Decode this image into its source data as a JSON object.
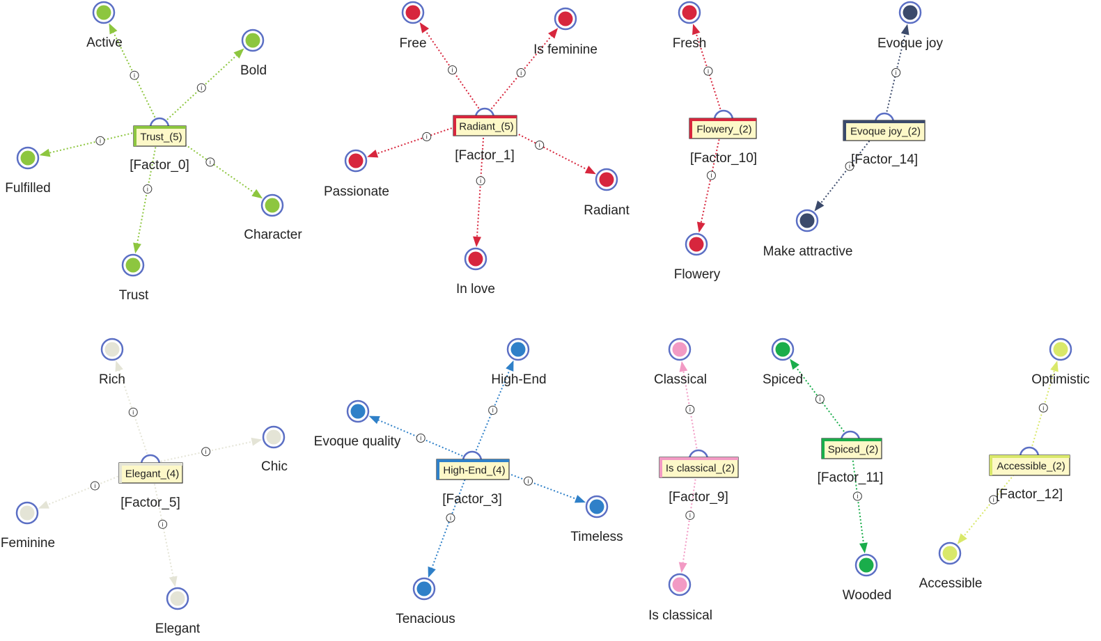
{
  "clusters": [
    {
      "id": "c0",
      "color": "#8dc63f",
      "box_label": "Trust_(5)",
      "factor_label": "[Factor_0]",
      "nodes": [
        {
          "label": "Active"
        },
        {
          "label": "Bold"
        },
        {
          "label": "Fulfilled"
        },
        {
          "label": "Character"
        },
        {
          "label": "Trust"
        }
      ]
    },
    {
      "id": "c1",
      "color": "#d7263d",
      "box_label": "Radiant_(5)",
      "factor_label": "[Factor_1]",
      "nodes": [
        {
          "label": "Free"
        },
        {
          "label": "Is feminine"
        },
        {
          "label": "Passionate"
        },
        {
          "label": "Radiant"
        },
        {
          "label": "In love"
        }
      ]
    },
    {
      "id": "c10",
      "color": "#d7263d",
      "box_label": "Flowery_(2)",
      "factor_label": "[Factor_10]",
      "nodes": [
        {
          "label": "Fresh"
        },
        {
          "label": "Flowery"
        }
      ]
    },
    {
      "id": "c14",
      "color": "#3b4a6b",
      "box_label": "Evoque joy_(2)",
      "factor_label": "[Factor_14]",
      "nodes": [
        {
          "label": "Evoque joy"
        },
        {
          "label": "Make attractive"
        }
      ]
    },
    {
      "id": "c5",
      "color": "#e4e4d6",
      "box_label": "Elegant_(4)",
      "factor_label": "[Factor_5]",
      "nodes": [
        {
          "label": "Rich"
        },
        {
          "label": "Chic"
        },
        {
          "label": "Feminine"
        },
        {
          "label": "Elegant"
        }
      ]
    },
    {
      "id": "c3",
      "color": "#2f80c8",
      "box_label": "High-End_(4)",
      "factor_label": "[Factor_3]",
      "nodes": [
        {
          "label": "High-End"
        },
        {
          "label": "Evoque quality"
        },
        {
          "label": "Timeless"
        },
        {
          "label": "Tenacious"
        }
      ]
    },
    {
      "id": "c9",
      "color": "#f29ac4",
      "box_label": "Is classical_(2)",
      "factor_label": "[Factor_9]",
      "nodes": [
        {
          "label": "Classical"
        },
        {
          "label": "Is classical"
        }
      ]
    },
    {
      "id": "c11",
      "color": "#1aad4b",
      "box_label": "Spiced_(2)",
      "factor_label": "[Factor_11]",
      "nodes": [
        {
          "label": "Spiced"
        },
        {
          "label": "Wooded"
        }
      ]
    },
    {
      "id": "c12",
      "color": "#d9e86a",
      "box_label": "Accessible_(2)",
      "factor_label": "[Factor_12]",
      "nodes": [
        {
          "label": "Optimistic"
        },
        {
          "label": "Accessible"
        }
      ]
    }
  ],
  "styles": {
    "node_ring_color": "#5b6fc4",
    "box_fill": "#fdf8c8",
    "box_border": "#333333",
    "info_glyph": "i"
  }
}
